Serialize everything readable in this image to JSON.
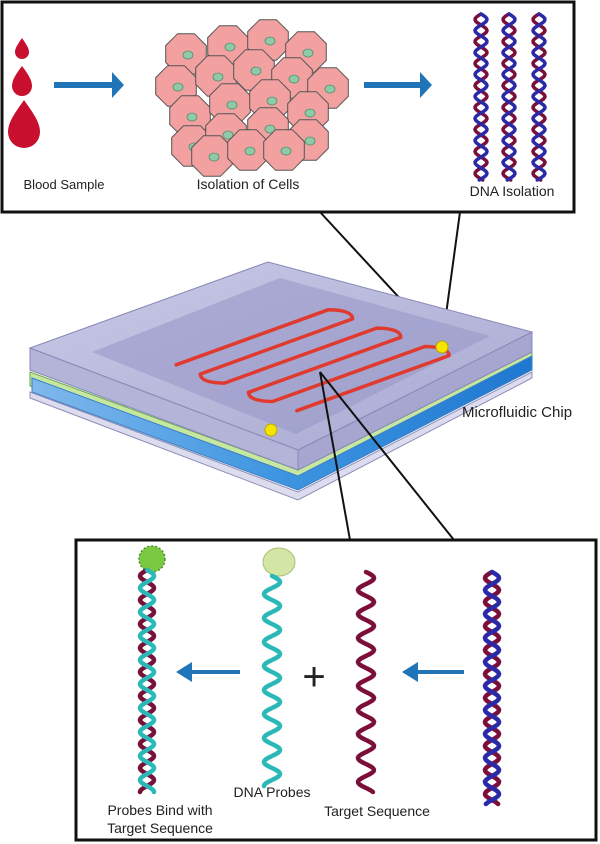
{
  "top_panel": {
    "blood_label": "Blood Sample",
    "cells_label": "Isolation of Cells",
    "dna_label": "DNA Isolation"
  },
  "chip": {
    "label": "Microfluidic Chip"
  },
  "bottom_panel": {
    "probes_bind_line1": "Probes Bind with",
    "probes_bind_line2": "Target Sequence",
    "dna_probes_label": "DNA Probes",
    "target_label": "Target Sequence",
    "plus": "+"
  },
  "colors": {
    "arrow": "#1f75b8",
    "blood": "#c8102e",
    "cell_fill": "#f2a0a0",
    "nucleus": "#8fc9a8",
    "channel": "#e03a2e",
    "port": "#f5e400",
    "strand_blue": "#2a2aa8",
    "strand_maroon": "#7a0f3a",
    "strand_teal": "#2cb8b8",
    "probe_bound_head": "#7ac943",
    "probe_free_head": "#d4e6a6"
  }
}
